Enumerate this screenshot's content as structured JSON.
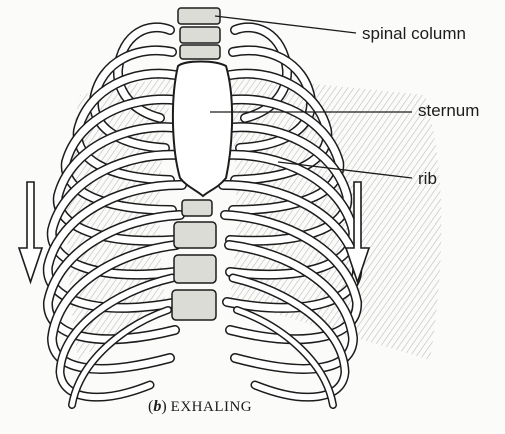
{
  "labels": {
    "spinal_column": "spinal column",
    "sternum": "sternum",
    "rib": "rib"
  },
  "caption": {
    "open": "(",
    "letter": "b",
    "close": ")",
    "word": "EXHALING"
  },
  "colors": {
    "ink": "#1c1c1c",
    "bone_fill": "#ffffff",
    "shading": "#8a8a8a",
    "background": "#fbfbf9"
  },
  "icons": {
    "left_arrow": "down-arrow-icon",
    "right_arrow": "down-arrow-icon"
  }
}
